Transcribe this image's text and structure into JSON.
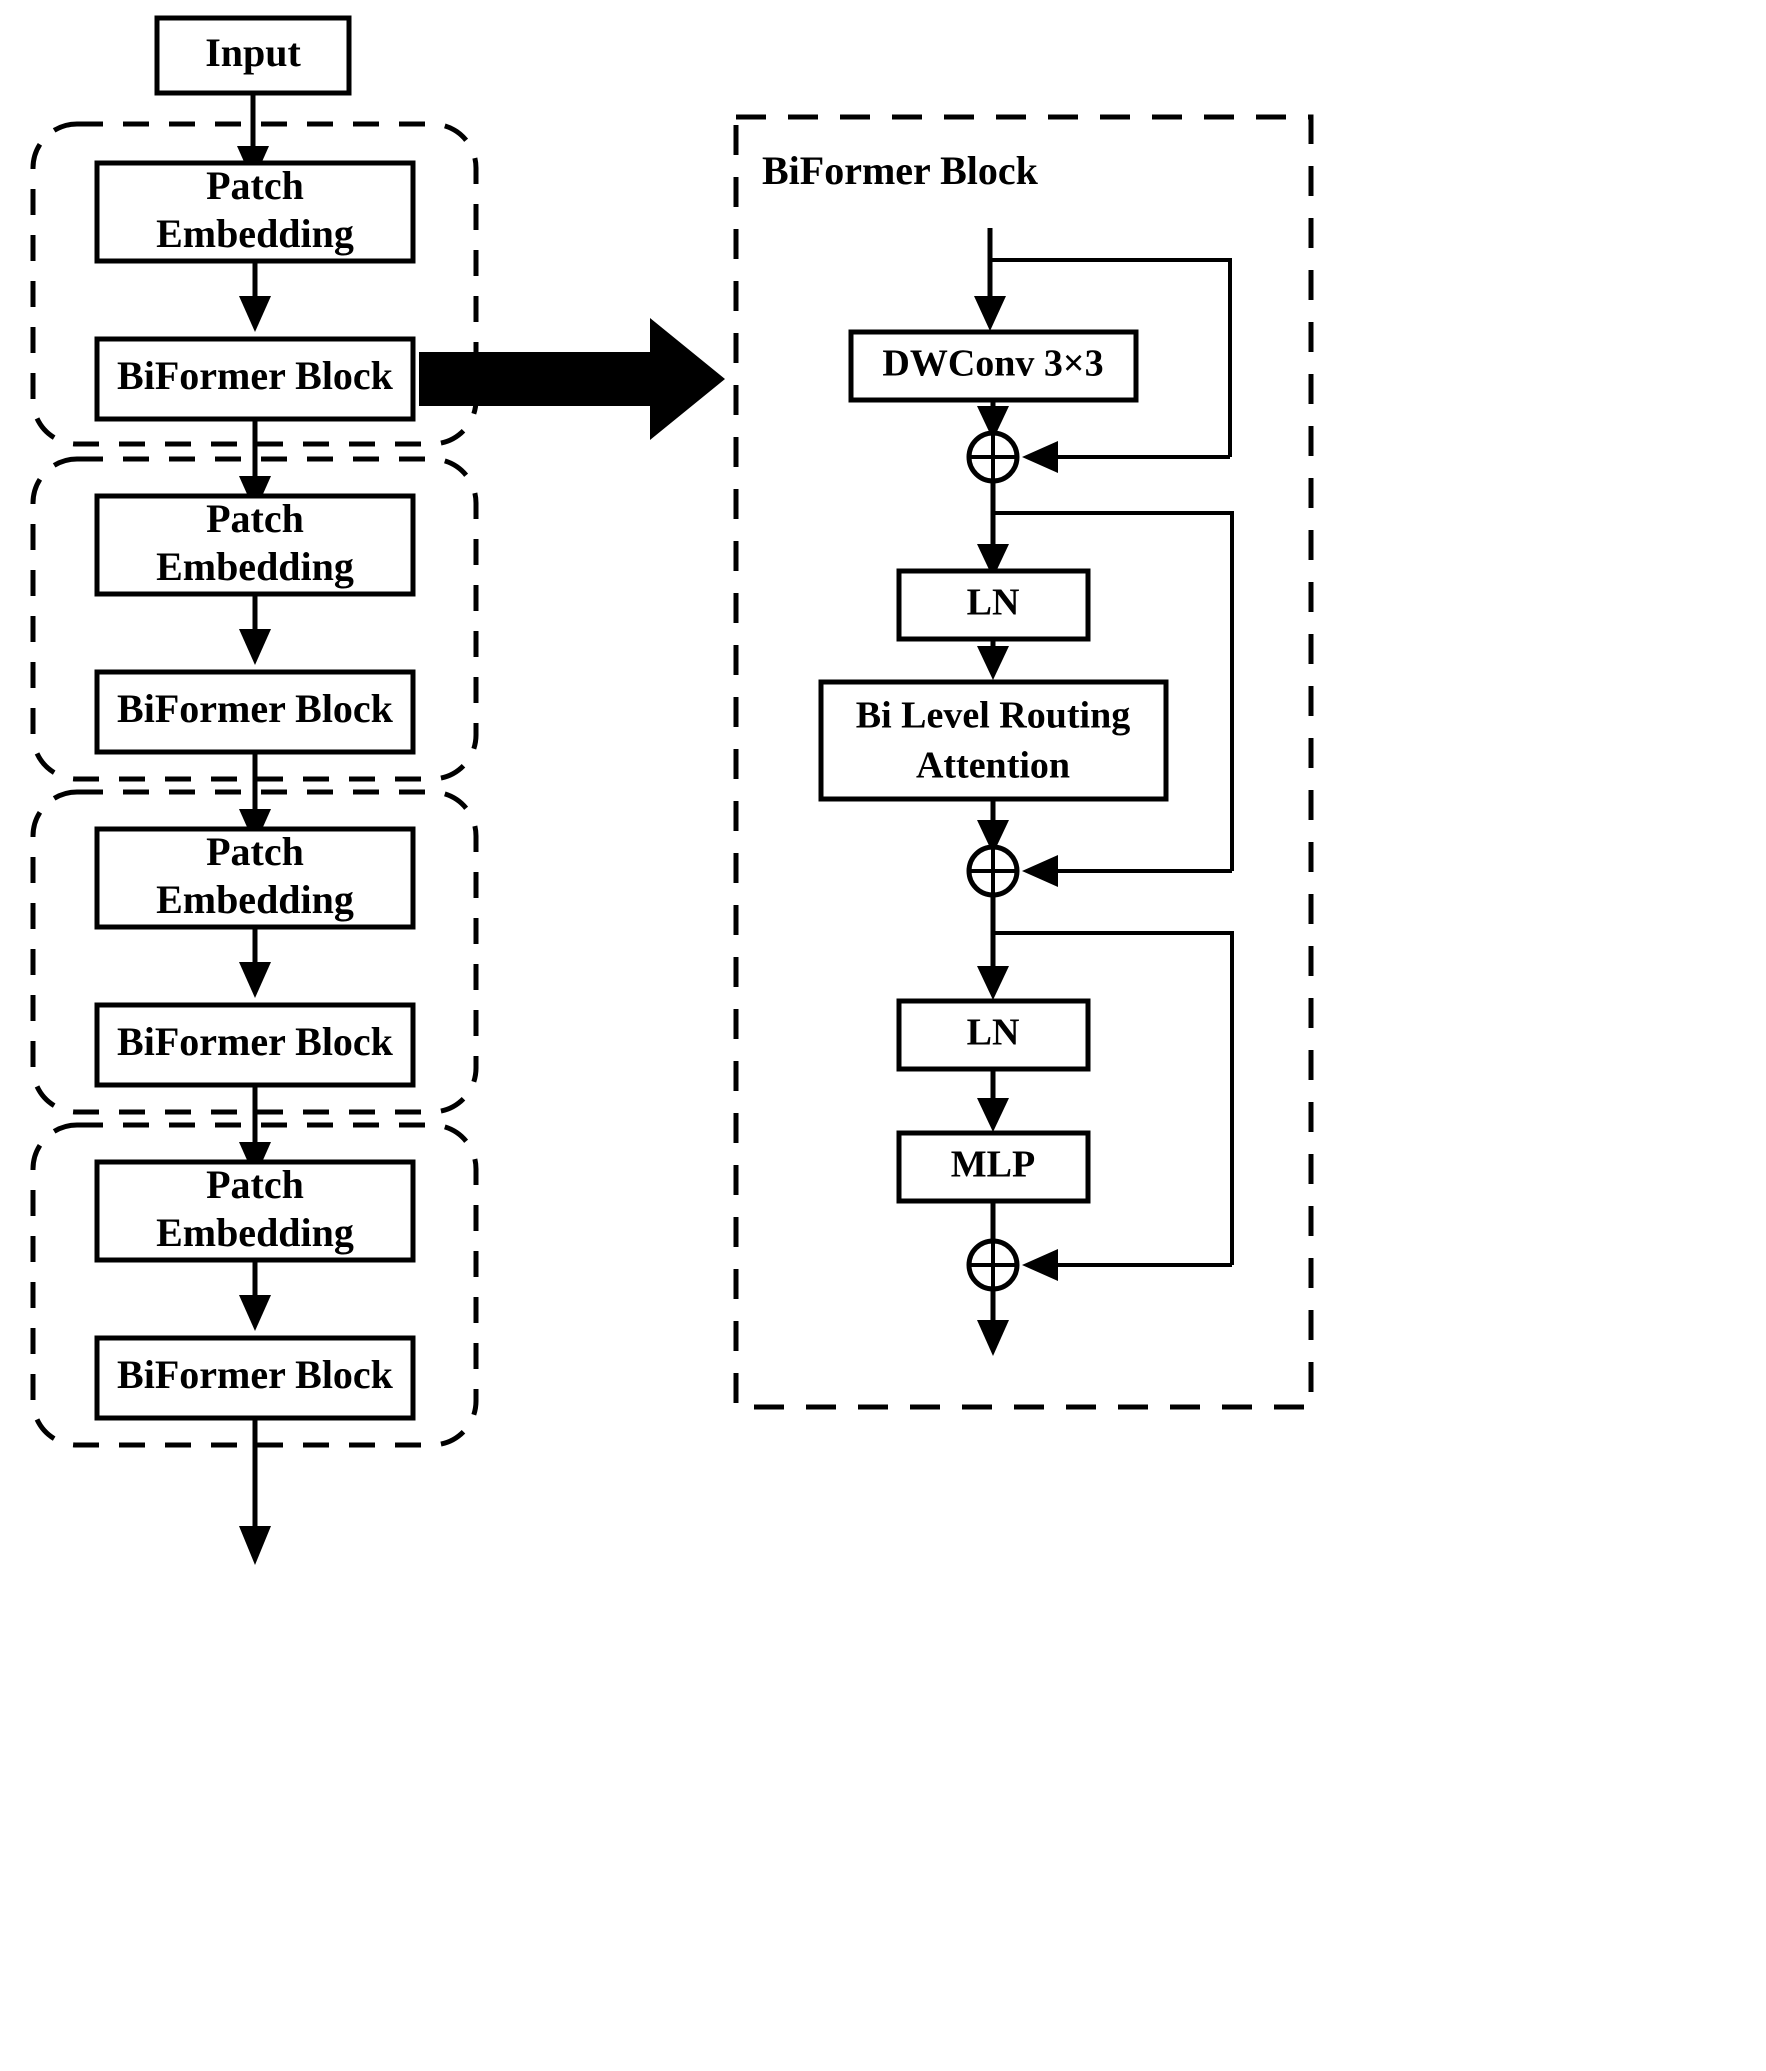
{
  "diagram": {
    "title": "BiFormer backbone architecture with expanded BiFormer Block",
    "colors": {
      "stroke": "#000000",
      "fill": "#ffffff",
      "background": "#ffffff"
    },
    "left_pipeline": {
      "input_box": {
        "label": "Input"
      },
      "stages": [
        {
          "name": "stage-1",
          "patch_embedding": {
            "label": "Patch\nEmbedding",
            "line1": "Patch",
            "line2": "Embedding"
          },
          "biformer_block": {
            "label": "BiFormer Block"
          }
        },
        {
          "name": "stage-2",
          "patch_embedding": {
            "label": "Patch\nEmbedding",
            "line1": "Patch",
            "line2": "Embedding"
          },
          "biformer_block": {
            "label": "BiFormer Block"
          }
        },
        {
          "name": "stage-3",
          "patch_embedding": {
            "label": "Patch\nEmbedding",
            "line1": "Patch",
            "line2": "Embedding"
          },
          "biformer_block": {
            "label": "BiFormer Block"
          }
        },
        {
          "name": "stage-4",
          "patch_embedding": {
            "label": "Patch\nEmbedding",
            "line1": "Patch",
            "line2": "Embedding"
          },
          "biformer_block": {
            "label": "BiFormer Block"
          }
        }
      ]
    },
    "expansion_arrow": {
      "name": "expansion-arrow",
      "from": "stage-1 BiFormer Block",
      "to": "BiFormer Block detail panel"
    },
    "right_panel": {
      "title": "BiFormer Block",
      "nodes": [
        {
          "id": "dwconv",
          "label": "DWConv 3×3"
        },
        {
          "id": "add1",
          "label": "⊕"
        },
        {
          "id": "ln1",
          "label": "LN"
        },
        {
          "id": "attention",
          "label": "Bi Level Routing\nAttention",
          "line1": "Bi Level Routing",
          "line2": "Attention"
        },
        {
          "id": "add2",
          "label": "⊕"
        },
        {
          "id": "ln2",
          "label": "LN"
        },
        {
          "id": "mlp",
          "label": "MLP"
        },
        {
          "id": "add3",
          "label": "⊕"
        }
      ],
      "residual_connections": [
        {
          "from": "input",
          "to": "add1"
        },
        {
          "from": "add1",
          "to": "add2"
        },
        {
          "from": "add2",
          "to": "add3"
        }
      ]
    }
  }
}
